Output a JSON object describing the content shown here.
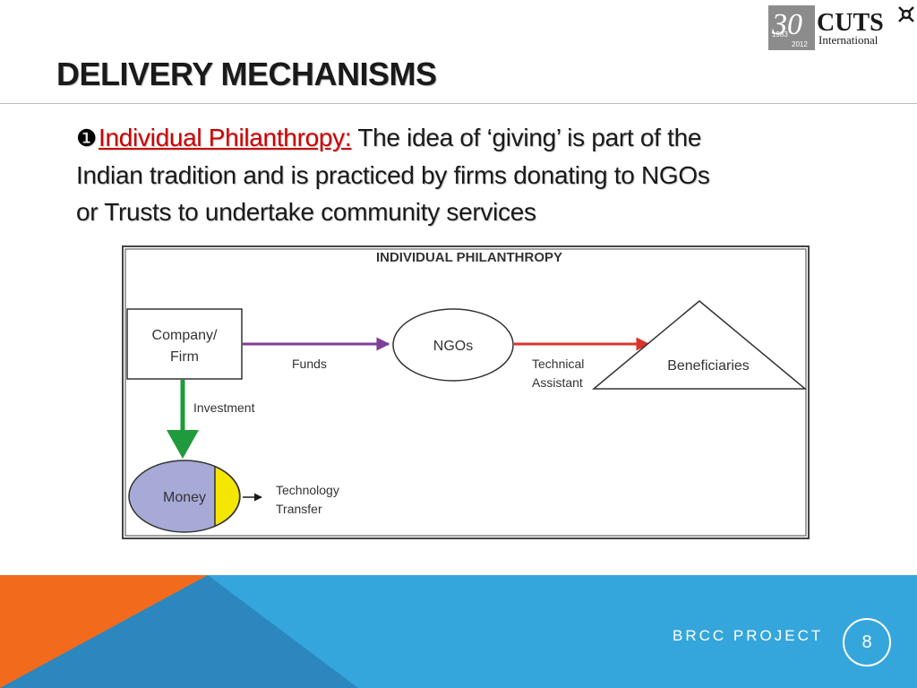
{
  "logo": {
    "years_big": "30",
    "year_start": "1983",
    "year_end": "2012",
    "name": "CUTS",
    "sub": "International",
    "icon": "cuts-emblem-icon"
  },
  "slide": {
    "title": "DELIVERY MECHANISMS",
    "bullet_icon": "numbered-bullet-one-icon",
    "bullet_glyph": "❶",
    "lead_term": "Individual Philanthropy:",
    "body_line1": "The idea of ‘giving’ is part of the",
    "body_line2": "Indian tradition and is practiced by firms donating to NGOs",
    "body_line3": "or Trusts to undertake community services"
  },
  "diagram": {
    "title": "INDIVIDUAL PHILANTHROPY",
    "company_line1": "Company/",
    "company_line2": "Firm",
    "funds": "Funds",
    "ngos": "NGOs",
    "tech_line1": "Technical",
    "tech_line2": "Assistant",
    "beneficiaries": "Beneficiaries",
    "investment": "Investment",
    "money": "Money",
    "transfer_line1": "Technology",
    "transfer_line2": "Transfer",
    "colors": {
      "funds_arrow": "#7e3f98",
      "tech_arrow": "#d9342b",
      "investment_arrow": "#1f9a3c",
      "money_fill": "#a7a9d6",
      "money_band": "#f5e600"
    }
  },
  "footer": {
    "label": "BRCC PROJECT",
    "page": "8",
    "colors": {
      "orange": "#f26b1d",
      "blue": "#35a6dc",
      "dark_blue": "#2b87bd"
    }
  }
}
